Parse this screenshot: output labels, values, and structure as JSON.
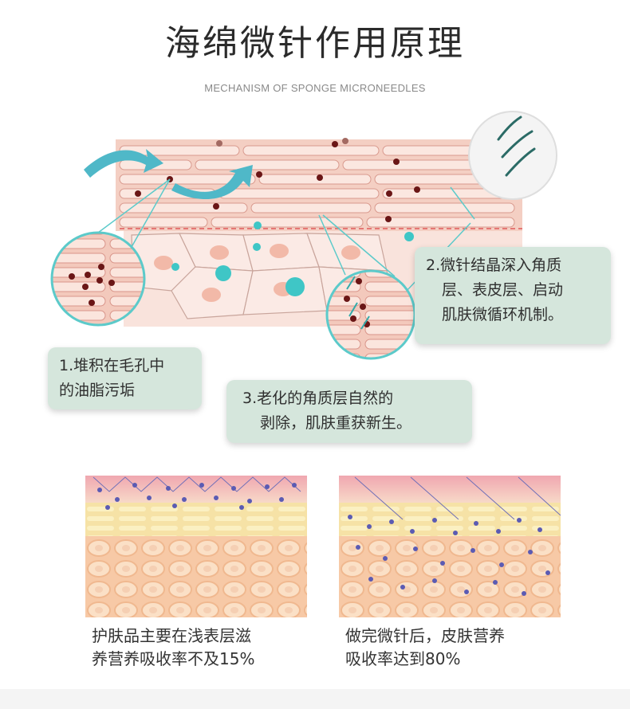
{
  "header": {
    "title": "海绵微针作用原理",
    "subtitle": "MECHANISM OF SPONGE MICRONEEDLES"
  },
  "notes": {
    "step1": [
      "1.堆积在毛孔中",
      "的油脂污垢"
    ],
    "step2": [
      "2.微针结晶深入角质",
      "层、表皮层、启动",
      "肌肤微循环机制。"
    ],
    "step3": [
      "3.老化的角质层自然的",
      "剥除，肌肤重获新生。"
    ]
  },
  "comparison": {
    "left_caption": [
      "护肤品主要在浅表层滋",
      "养营养吸收率不及15%"
    ],
    "right_caption": [
      "做完微针后，皮肤营养",
      "吸收率达到80%"
    ]
  },
  "colors": {
    "skin_pink": "#f5d2c8",
    "note_green": "#d5e6dc",
    "teal": "#3fc6c6",
    "arrow_teal": "#4fb8c8",
    "dirt": "#6a1616"
  }
}
